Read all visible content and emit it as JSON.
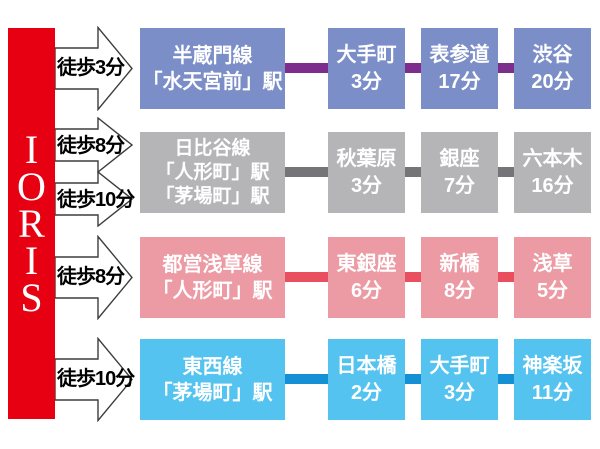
{
  "brand": {
    "name": "IORIS",
    "bar_color": "#e60012"
  },
  "rows": [
    {
      "line_box": [
        "半蔵門線",
        "「水天宮前」駅"
      ],
      "walks": [
        "徒歩3分"
      ],
      "stations": [
        {
          "name": "大手町",
          "time": "3分"
        },
        {
          "name": "表参道",
          "time": "17分"
        },
        {
          "name": "渋谷",
          "time": "20分"
        }
      ],
      "theme": {
        "box_color": "#7b8ec8",
        "connector_color": "#7d2d8c"
      }
    },
    {
      "line_box": [
        "日比谷線",
        "「人形町」駅",
        "「茅場町」駅"
      ],
      "walks": [
        "徒歩8分",
        "徒歩10分"
      ],
      "stations": [
        {
          "name": "秋葉原",
          "time": "3分"
        },
        {
          "name": "銀座",
          "time": "7分"
        },
        {
          "name": "六本木",
          "time": "16分"
        }
      ],
      "theme": {
        "box_color": "#b5b5b7",
        "connector_color": "#757578"
      }
    },
    {
      "line_box": [
        "都営浅草線",
        "「人形町」駅"
      ],
      "walks": [
        "徒歩8分"
      ],
      "stations": [
        {
          "name": "東銀座",
          "time": "6分"
        },
        {
          "name": "新橋",
          "time": "8分"
        },
        {
          "name": "浅草",
          "time": "5分"
        }
      ],
      "theme": {
        "box_color": "#ec9aa3",
        "connector_color": "#e94f5e"
      }
    },
    {
      "line_box": [
        "東西線",
        "「茅場町」駅"
      ],
      "walks": [
        "徒歩10分"
      ],
      "stations": [
        {
          "name": "日本橋",
          "time": "2分"
        },
        {
          "name": "大手町",
          "time": "3分"
        },
        {
          "name": "神楽坂",
          "time": "11分"
        }
      ],
      "theme": {
        "box_color": "#54c3f0",
        "connector_color": "#1590d5"
      }
    }
  ]
}
